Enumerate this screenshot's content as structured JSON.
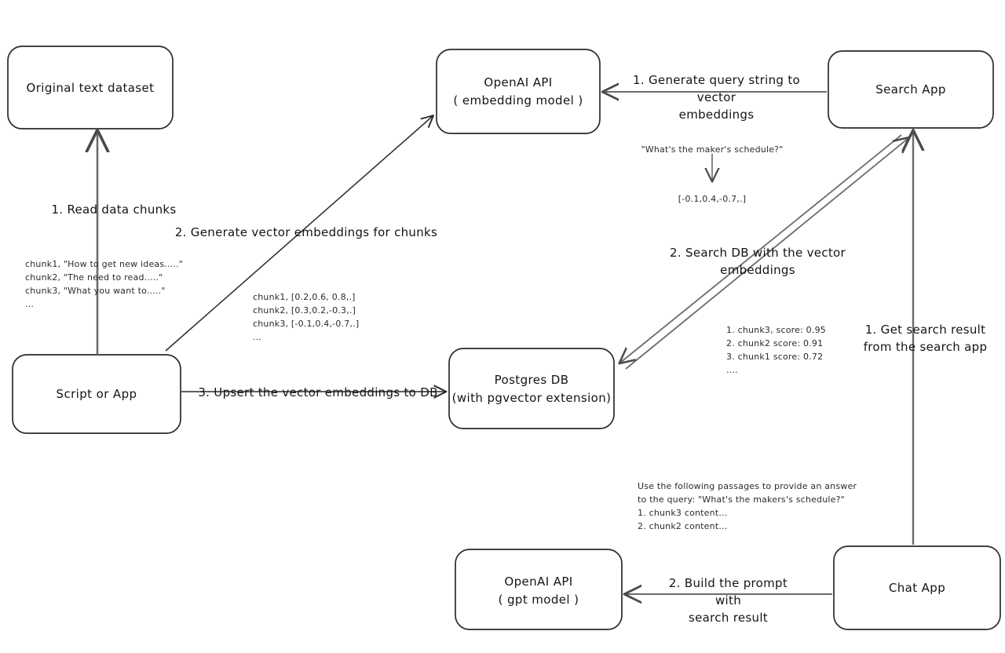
{
  "diagram": {
    "title": "Vector embedding search and chat pipeline",
    "background": "#ffffff",
    "stroke": "#2a2a2a",
    "nodes": {
      "original_dataset": {
        "label": "Original text dataset"
      },
      "script_or_app": {
        "label": "Script or App"
      },
      "openai_embedding": {
        "label": "OpenAI API\n( embedding model )"
      },
      "postgres_db": {
        "label": "Postgres DB\n(with pgvector extension)"
      },
      "search_app": {
        "label": "Search App"
      },
      "chat_app": {
        "label": "Chat App"
      },
      "openai_gpt": {
        "label": "OpenAI API\n( gpt model )"
      }
    },
    "edges": {
      "read_data_chunks": {
        "label": "1. Read data chunks"
      },
      "generate_embeddings": {
        "label": "2. Generate vector embeddings for chunks"
      },
      "upsert_to_db": {
        "label": "3. Upsert the vector embeddings  to DB"
      },
      "generate_query_string": {
        "label": "1. Generate query string to vector\nembeddings"
      },
      "search_db": {
        "label": "2. Search DB with the vector embeddings"
      },
      "get_search_result": {
        "label": "1. Get search result\nfrom the search app"
      },
      "build_prompt": {
        "label": "2. Build the prompt with\nsearch result"
      }
    },
    "notes": {
      "chunks_sample": "chunk1, \"How to get new ideas.....\"\nchunk2, \"The need to read.....\"\nchunk3, \"What you want to.....\"\n...",
      "chunk_vectors": "chunk1, [0.2,0.6, 0.8,.]\nchunk2, [0.3,0.2,-0.3,.]\nchunk3, [-0.1,0.4,-0.7,.]\n...",
      "query_string": "\"What's the maker's schedule?\"",
      "query_vector": "[-0.1,0.4,-0.7,.]",
      "search_results": "1. chunk3, score: 0.95\n2. chunk2 score: 0.91\n3. chunk1 score: 0.72\n....",
      "prompt_text": "Use the following passages to provide an answer\nto the query: \"What's the makers's schedule?\"\n1. chunk3 content...\n2. chunk2 content..."
    }
  }
}
